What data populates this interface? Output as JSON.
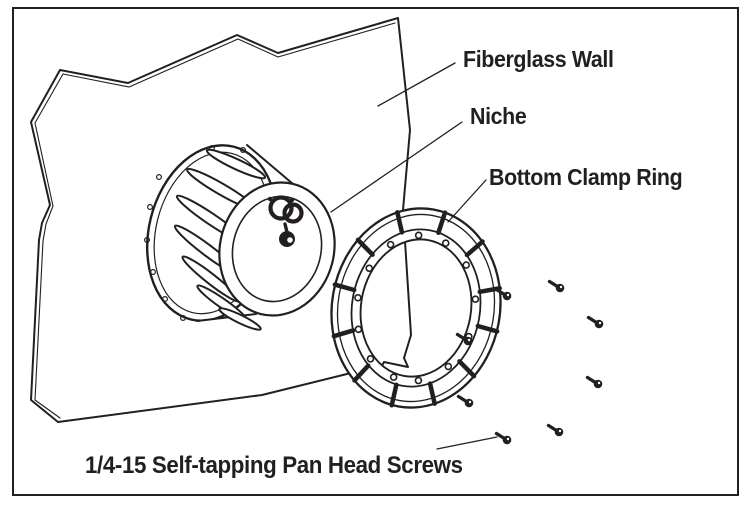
{
  "figure": {
    "background": "#ffffff",
    "ink_color": "#231f20",
    "labels": {
      "fiberglass_wall": "Fiberglass Wall",
      "niche": "Niche",
      "bottom_clamp_ring": "Bottom Clamp Ring",
      "screws": "1/4-15 Self-tapping Pan Head Screws"
    },
    "parts": [
      {
        "name": "fiberglass-wall"
      },
      {
        "name": "niche"
      },
      {
        "name": "bottom-clamp-ring"
      },
      {
        "name": "pan-head-screws",
        "count": 8
      }
    ]
  }
}
